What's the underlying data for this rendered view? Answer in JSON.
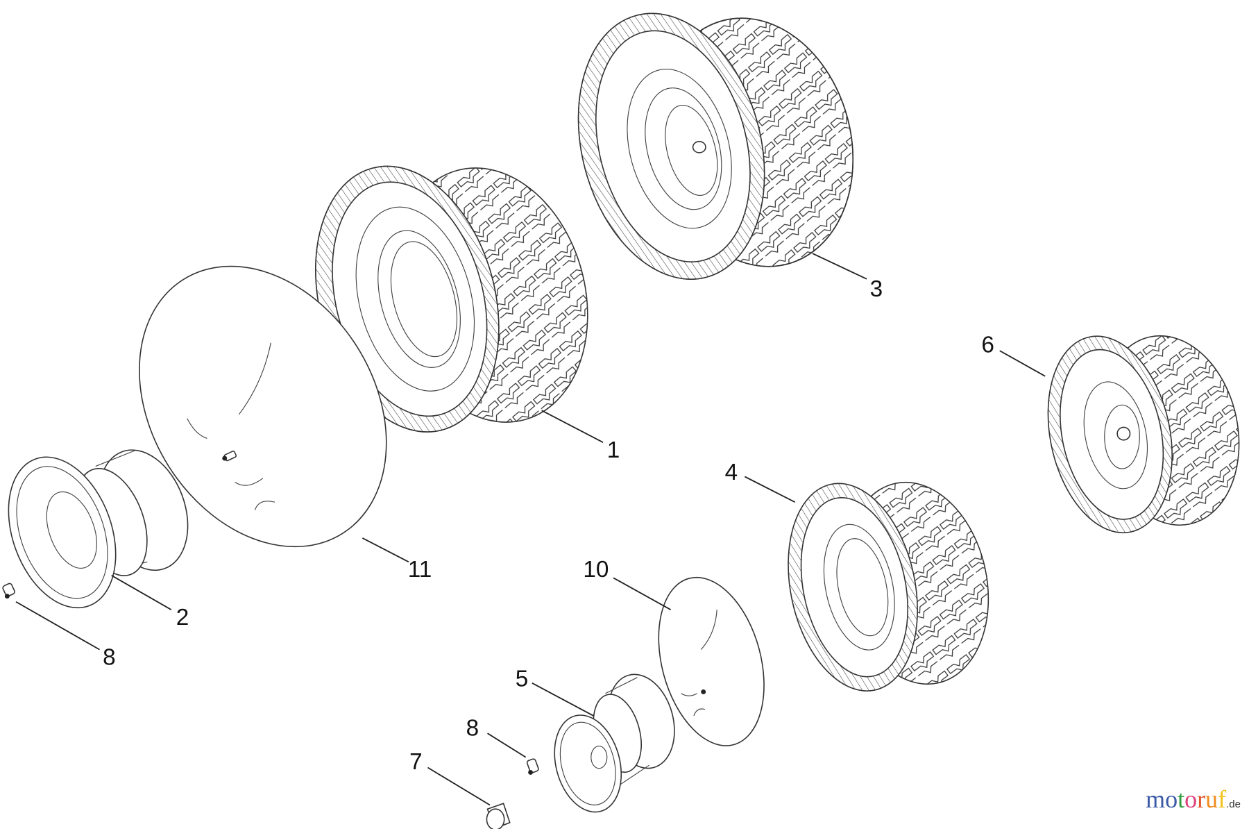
{
  "callouts": [
    {
      "id": "1",
      "label": "1"
    },
    {
      "id": "2",
      "label": "2"
    },
    {
      "id": "3",
      "label": "3"
    },
    {
      "id": "4",
      "label": "4"
    },
    {
      "id": "5",
      "label": "5"
    },
    {
      "id": "6",
      "label": "6"
    },
    {
      "id": "7",
      "label": "7"
    },
    {
      "id": "8a",
      "label": "8"
    },
    {
      "id": "8b",
      "label": "8"
    },
    {
      "id": "10",
      "label": "10"
    },
    {
      "id": "11",
      "label": "11"
    }
  ],
  "watermark": {
    "letters": [
      "m",
      "o",
      "t",
      "o",
      "r",
      "u",
      "f"
    ],
    "letter_colors": [
      "#3b5aa8",
      "#3b5aa8",
      "#2e9a3e",
      "#e0407a",
      "#e0542a",
      "#f08a1c",
      "#f2c21a"
    ],
    "suffix": ".de"
  },
  "colors": {
    "line": "#333333",
    "background": "#ffffff"
  }
}
